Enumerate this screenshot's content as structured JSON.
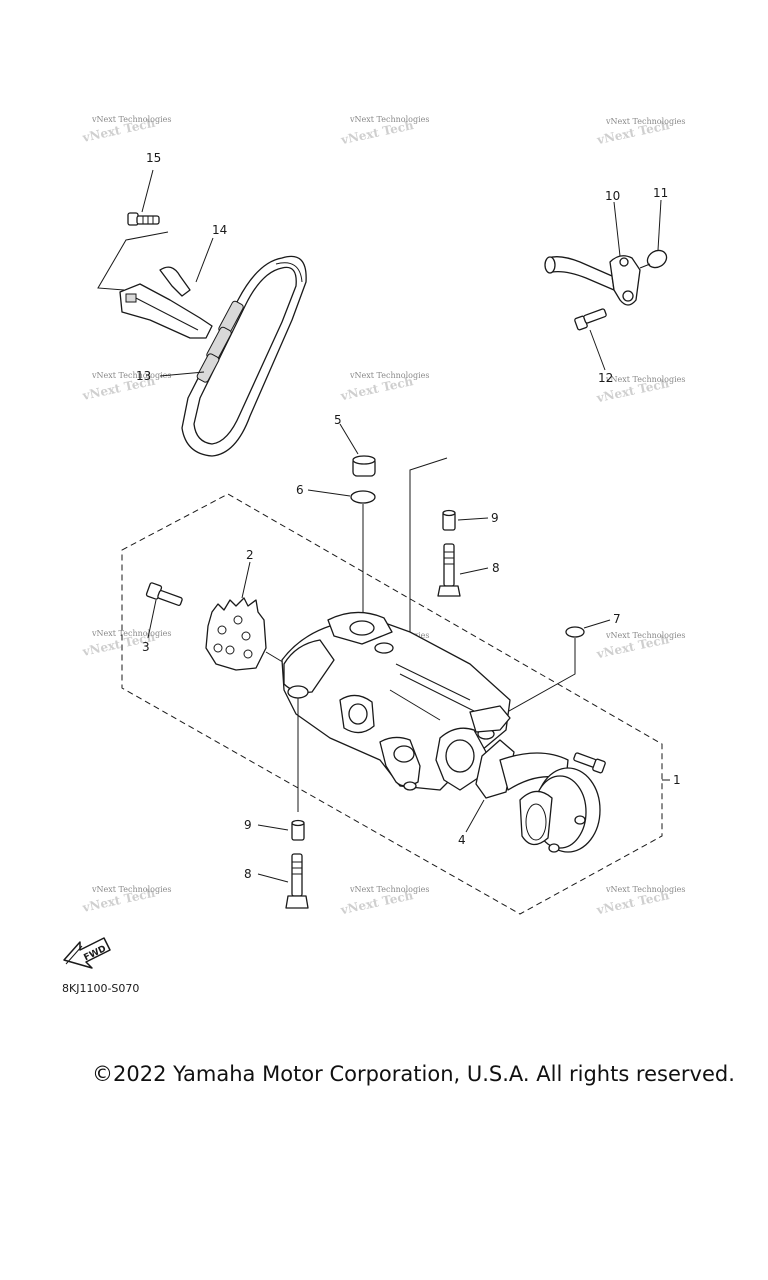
{
  "watermark": "vNext Technologies",
  "callouts": {
    "c1": "1",
    "c2": "2",
    "c3": "3",
    "c4": "4",
    "c5": "5",
    "c6": "6",
    "c7": "7",
    "c8a": "8",
    "c8b": "8",
    "c9a": "9",
    "c9b": "9",
    "c10": "10",
    "c11": "11",
    "c12": "12",
    "c13": "13",
    "c14": "14",
    "c15": "15"
  },
  "fwd_label": "FWD",
  "diagram_code": "8KJ1100-S070",
  "copyright": "©2022 Yamaha Motor Corporation, U.S.A. All rights reserved.",
  "icons": [
    "fwd-arrow-icon"
  ]
}
